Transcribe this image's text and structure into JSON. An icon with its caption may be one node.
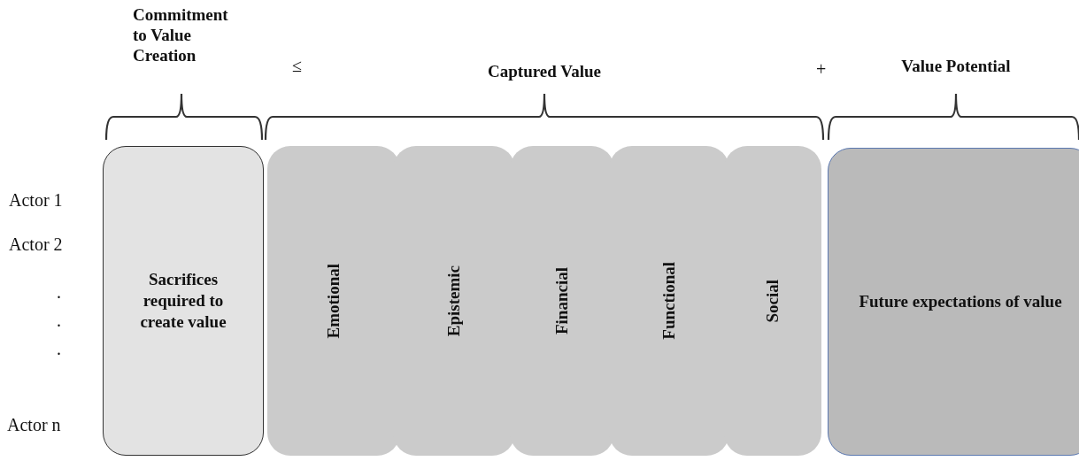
{
  "diagram": {
    "nodes": [
      {
        "text": [
          "Sacrifices required to create value"
        ]
      },
      {
        "text": [
          "Emotional"
        ]
      },
      {
        "text": [
          "Epistemic"
        ]
      },
      {
        "text": [
          "Financial"
        ]
      },
      {
        "text": [
          "Functional"
        ]
      },
      {
        "text": [
          "Social"
        ]
      },
      {
        "text": [
          "Future expectations of value"
        ]
      }
    ],
    "edges": [],
    "labels": [
      "Commitment to Value Creation",
      "≤",
      "Captured Value",
      "+",
      "Value Potential",
      "Actor 1",
      "Actor 2",
      ".",
      ".",
      ".",
      "Actor n"
    ]
  }
}
